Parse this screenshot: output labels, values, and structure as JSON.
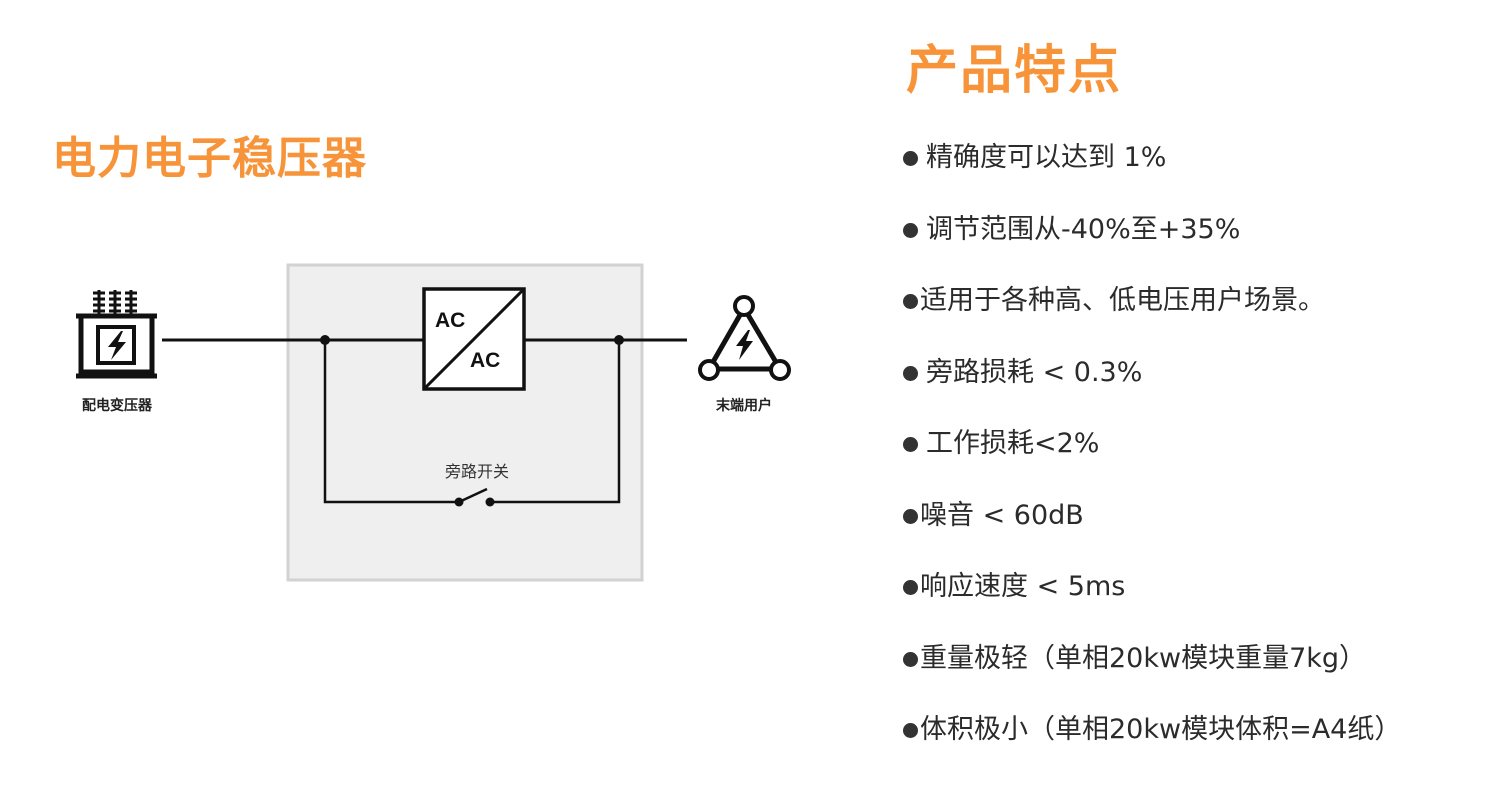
{
  "left_title": "电力电子稳压器",
  "right_title": "产品特点",
  "diagram": {
    "source_label": "配电变压器",
    "converter_top": "AC",
    "converter_bottom": "AC",
    "bypass_label": "旁路开关",
    "load_label": "末端用户",
    "icons": [
      "transformer-icon",
      "lightning-icon",
      "user-load-icon"
    ],
    "colors": {
      "panel_bg": "#efefef",
      "panel_border": "#d2d2d2",
      "line": "#1a1a1a"
    }
  },
  "features": [
    {
      "text": "精确度可以达到 1%",
      "tight": false
    },
    {
      "text": "调节范围从-40%至+35%",
      "tight": false
    },
    {
      "text": "适用于各种高、低电压用户场景。",
      "tight": true
    },
    {
      "text": "旁路损耗 < 0.3%",
      "tight": false
    },
    {
      "text": "工作损耗<2%",
      "tight": false
    },
    {
      "text": "噪音 < 60dB",
      "tight": true
    },
    {
      "text": "响应速度 < 5ms",
      "tight": true
    },
    {
      "text": "重量极轻（单相20kw模块重量7kg）",
      "tight": true
    },
    {
      "text": "体积极小（单相20kw模块体积=A4纸）",
      "tight": true
    }
  ],
  "accent_color": "#F7943A"
}
